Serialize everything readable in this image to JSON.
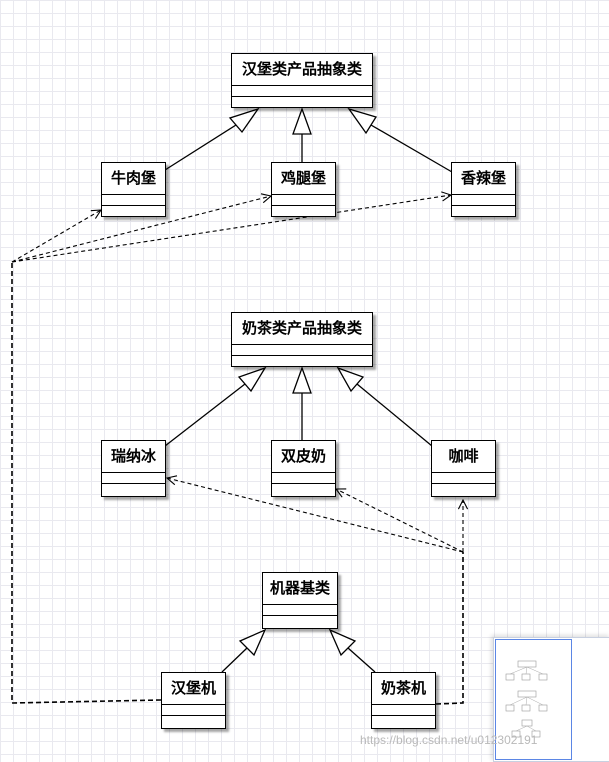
{
  "classes": {
    "burger_abstract": "汉堡类产品抽象类",
    "beef_burger": "牛肉堡",
    "chicken_leg_burger": "鸡腿堡",
    "spicy_burger": "香辣堡",
    "milktea_abstract": "奶茶类产品抽象类",
    "ruinabing": "瑞纳冰",
    "double_skin_milk": "双皮奶",
    "coffee": "咖啡",
    "machine_base": "机器基类",
    "burger_machine": "汉堡机",
    "milktea_machine": "奶茶机"
  },
  "relations": [
    {
      "from": "beef_burger",
      "to": "burger_abstract",
      "type": "generalization"
    },
    {
      "from": "chicken_leg_burger",
      "to": "burger_abstract",
      "type": "generalization"
    },
    {
      "from": "spicy_burger",
      "to": "burger_abstract",
      "type": "generalization"
    },
    {
      "from": "ruinabing",
      "to": "milktea_abstract",
      "type": "generalization"
    },
    {
      "from": "double_skin_milk",
      "to": "milktea_abstract",
      "type": "generalization"
    },
    {
      "from": "coffee",
      "to": "milktea_abstract",
      "type": "generalization"
    },
    {
      "from": "burger_machine",
      "to": "machine_base",
      "type": "generalization"
    },
    {
      "from": "milktea_machine",
      "to": "machine_base",
      "type": "generalization"
    },
    {
      "from": "burger_machine",
      "to": "beef_burger",
      "type": "dependency"
    },
    {
      "from": "burger_machine",
      "to": "chicken_leg_burger",
      "type": "dependency"
    },
    {
      "from": "burger_machine",
      "to": "spicy_burger",
      "type": "dependency"
    },
    {
      "from": "milktea_machine",
      "to": "ruinabing",
      "type": "dependency"
    },
    {
      "from": "milktea_machine",
      "to": "double_skin_milk",
      "type": "dependency"
    },
    {
      "from": "milktea_machine",
      "to": "coffee",
      "type": "dependency"
    }
  ],
  "watermark": "https://blog.csdn.net/u012302191",
  "colors": {
    "line": "#000000",
    "grid": "#e9e9ef",
    "minimap_view": "#5b86e5"
  }
}
